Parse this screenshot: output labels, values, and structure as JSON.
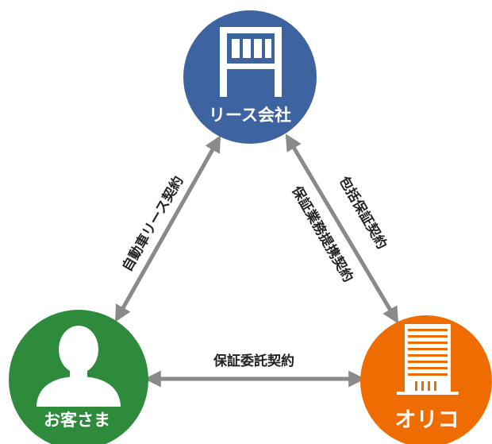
{
  "nodes": {
    "lease_company": {
      "label": "リース会社",
      "color": "#3d64a0",
      "icon": "building-icon"
    },
    "customer": {
      "label": "お客さま",
      "color": "#2e8b3b",
      "icon": "person-icon"
    },
    "orico": {
      "label": "オリコ",
      "color": "#ef6c00",
      "icon": "office-tower-icon"
    }
  },
  "edges": {
    "customer_lease": {
      "label": "自動車リース契約"
    },
    "lease_orico_outer": {
      "label": "包括保証契約"
    },
    "lease_orico_inner": {
      "label": "保証業務提携契約"
    },
    "customer_orico": {
      "label": "保証委託契約"
    }
  },
  "colors": {
    "arrow": "#8a8a8a",
    "text": "#222222"
  }
}
